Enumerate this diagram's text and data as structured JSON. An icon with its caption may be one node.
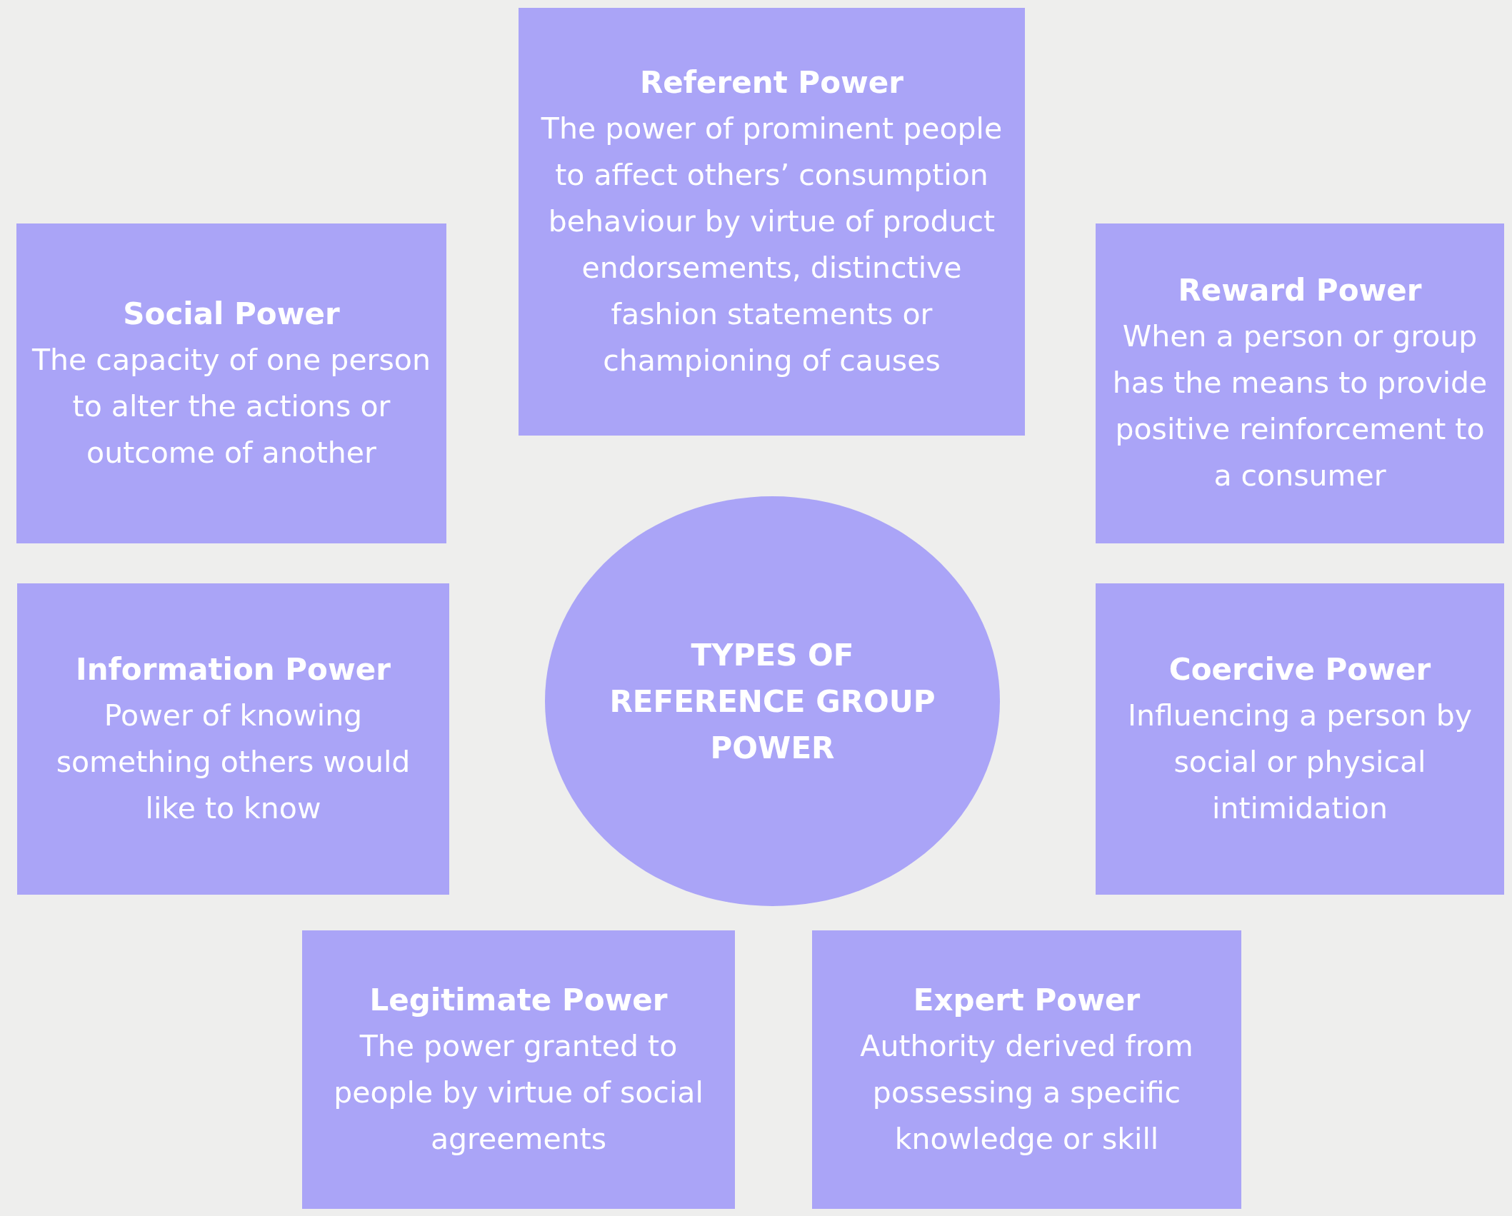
{
  "diagram": {
    "nodes": [
      {
        "text": [
          "Referent Power",
          "The power of prominent people to affect others’ consumption behaviour by virtue of product endorsements, distinctive fashion statements or championing of causes"
        ]
      },
      {
        "text": [
          "Social Power",
          "The capacity of one person to alter the actions or outcome of another"
        ]
      },
      {
        "text": [
          "Reward Power",
          "When a person or group has the means to provide positive reinforcement to a consumer"
        ]
      },
      {
        "text": [
          "TYPES OF REFERENCE GROUP POWER"
        ]
      },
      {
        "text": [
          "Information Power",
          "Power of knowing something others would like to know"
        ]
      },
      {
        "text": [
          "Coercive Power",
          "Influencing a person by social or physical intimidation"
        ]
      },
      {
        "text": [
          "Legitimate Power",
          "The power granted to people by virtue of social agreements"
        ]
      },
      {
        "text": [
          "Expert Power",
          "Authority derived from possessing a specific knowledge or skill"
        ]
      }
    ]
  }
}
